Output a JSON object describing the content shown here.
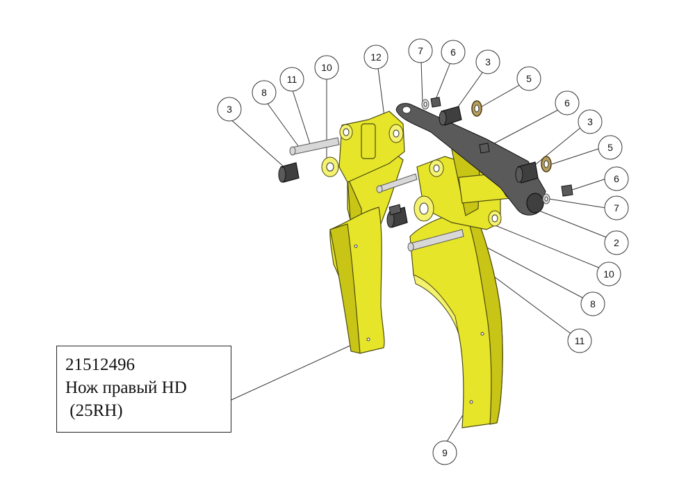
{
  "info_box": {
    "part_number": "21512496",
    "name": "Нож правый HD",
    "code": " (25RH)"
  },
  "balloons": [
    {
      "id": "b-3-a",
      "label": "3"
    },
    {
      "id": "b-8-a",
      "label": "8"
    },
    {
      "id": "b-11-a",
      "label": "11"
    },
    {
      "id": "b-10-a",
      "label": "10"
    },
    {
      "id": "b-12",
      "label": "12"
    },
    {
      "id": "b-7-a",
      "label": "7"
    },
    {
      "id": "b-6-a",
      "label": "6"
    },
    {
      "id": "b-3-b",
      "label": "3"
    },
    {
      "id": "b-5-a",
      "label": "5"
    },
    {
      "id": "b-6-b",
      "label": "6"
    },
    {
      "id": "b-3-c",
      "label": "3"
    },
    {
      "id": "b-5-b",
      "label": "5"
    },
    {
      "id": "b-6-c",
      "label": "6"
    },
    {
      "id": "b-7-b",
      "label": "7"
    },
    {
      "id": "b-2",
      "label": "2"
    },
    {
      "id": "b-10-b",
      "label": "10"
    },
    {
      "id": "b-8-b",
      "label": "8"
    },
    {
      "id": "b-11-b",
      "label": "11"
    },
    {
      "id": "b-9",
      "label": "9"
    }
  ]
}
